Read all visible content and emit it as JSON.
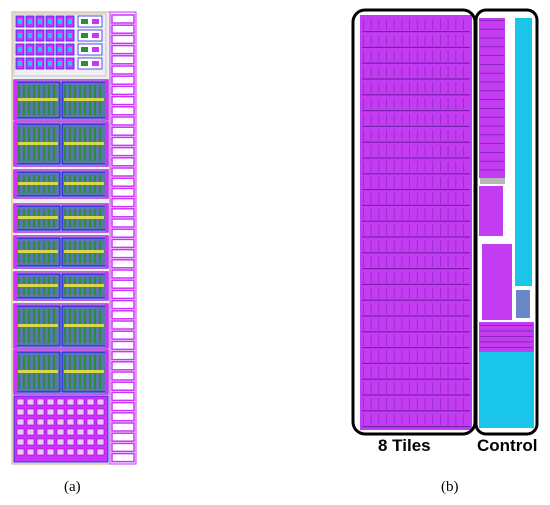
{
  "panels": [
    {
      "label": "(a)"
    },
    {
      "label": "(b)"
    }
  ],
  "regions": {
    "tiles_label": "8 Tiles",
    "control_label": "Control"
  },
  "colors": {
    "magenta": "#cc33ff",
    "magenta_dark": "#9900cc",
    "cyan": "#17c9ea",
    "blue": "#2a2ae0",
    "green": "#2e8b3a",
    "yellow": "#d8d84a",
    "outline": "#000000"
  }
}
